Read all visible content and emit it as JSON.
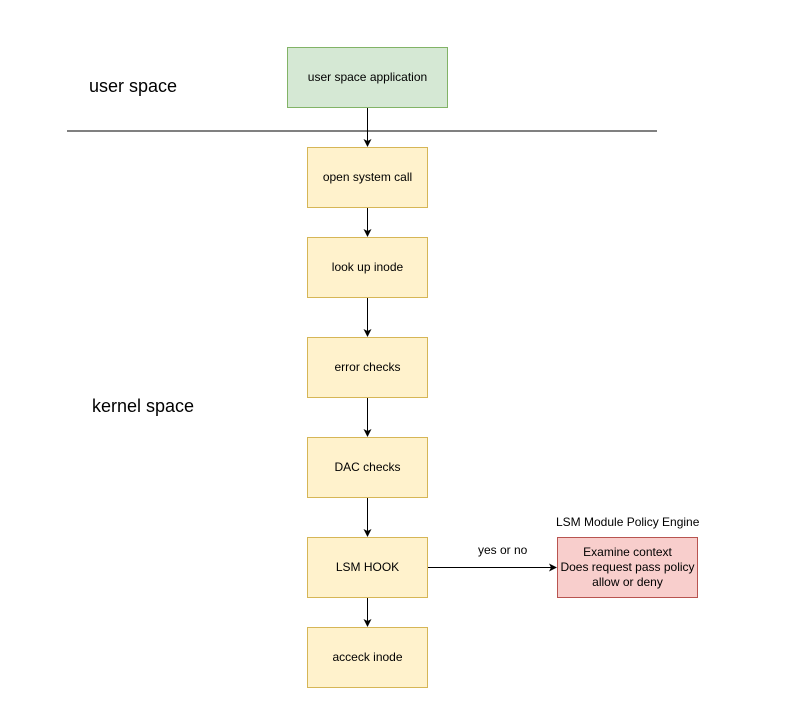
{
  "regions": {
    "user_space": "user space",
    "kernel_space": "kernel space"
  },
  "nodes": {
    "app": "user space application",
    "open_syscall": "open system call",
    "lookup_inode": "look up inode",
    "error_checks": "error checks",
    "dac_checks": "DAC checks",
    "lsm_hook": "LSM HOOK",
    "access_inode": "acceck inode"
  },
  "policy_engine": {
    "title": "LSM Module Policy Engine",
    "lines": [
      "Examine context",
      "Does request pass policy",
      "allow or deny"
    ]
  },
  "edge_labels": {
    "hook_to_engine": "yes or no"
  },
  "colors": {
    "green_fill": "#d5e8d4",
    "green_stroke": "#82b366",
    "yellow_fill": "#fff2cc",
    "yellow_stroke": "#d6b656",
    "red_fill": "#f8cecc",
    "red_stroke": "#b85450"
  }
}
